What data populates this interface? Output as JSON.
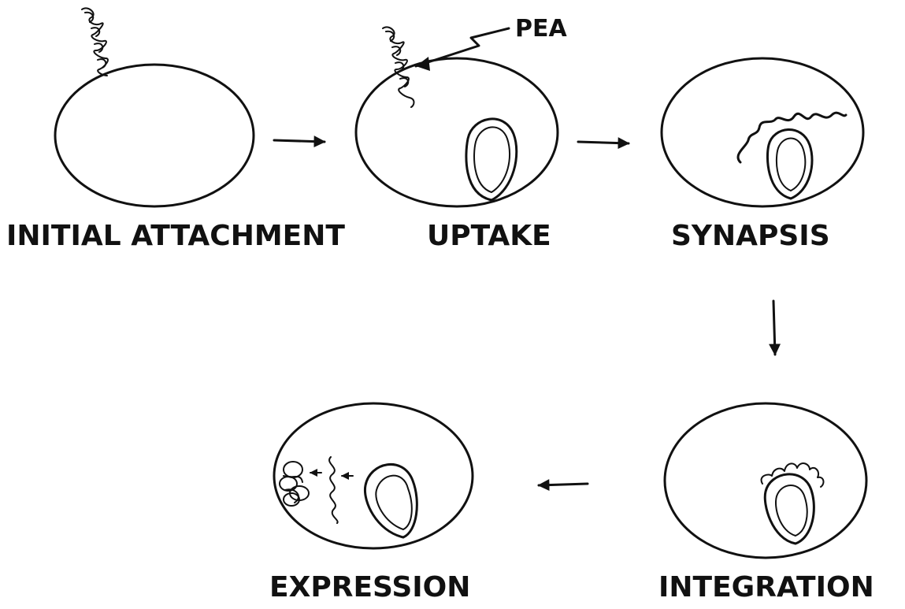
{
  "diagram": {
    "stages": [
      {
        "id": "initial-attachment",
        "label": "INITIAL ATTACHMENT"
      },
      {
        "id": "uptake",
        "label": "UPTAKE"
      },
      {
        "id": "synapsis",
        "label": "SYNAPSIS"
      },
      {
        "id": "integration",
        "label": "INTEGRATION"
      },
      {
        "id": "expression",
        "label": "EXPRESSION"
      }
    ],
    "annotation": "PEA",
    "flow": [
      {
        "from": "initial-attachment",
        "to": "uptake"
      },
      {
        "from": "uptake",
        "to": "synapsis"
      },
      {
        "from": "synapsis",
        "to": "integration"
      },
      {
        "from": "integration",
        "to": "expression"
      }
    ]
  }
}
